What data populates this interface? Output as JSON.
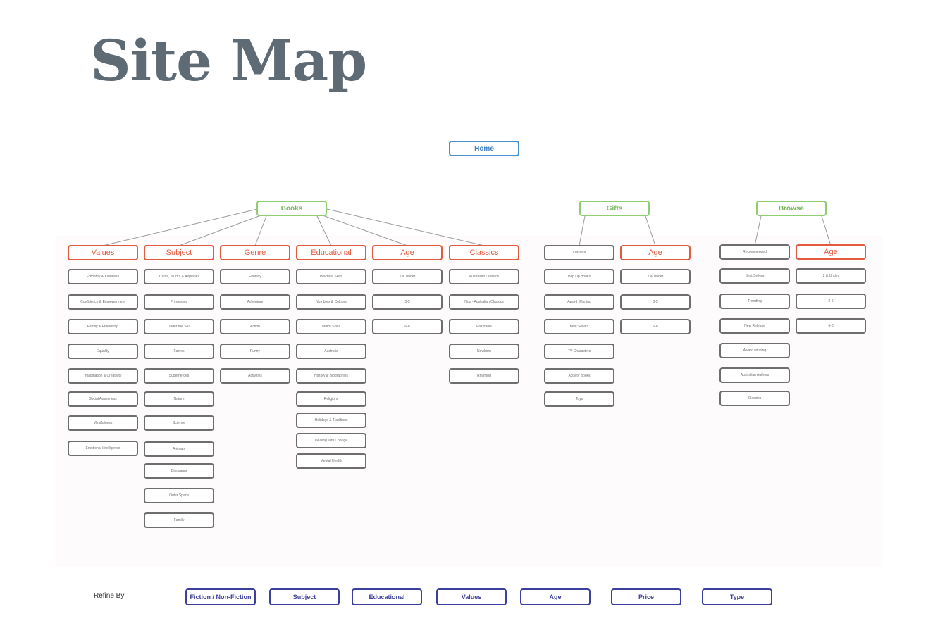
{
  "title": "Site Map",
  "home": "Home",
  "sections": [
    {
      "label": "Books",
      "categories": [
        {
          "label": "Values",
          "items": [
            "Empathy & Kindness",
            "Confidence & Empowerment",
            "Family & Friendship",
            "Equality",
            "Imagination & Creativity",
            "Social Awareness",
            "Mindfulness",
            "Emotional Intelligence"
          ]
        },
        {
          "label": "Subject",
          "items": [
            "Trains, Trucks & Airplanes",
            "Princesses",
            "Under the Sea",
            "Fairies",
            "Superheroes",
            "Nature",
            "Science",
            "Animals",
            "Dinosaurs",
            "Outer Space",
            "Family"
          ]
        },
        {
          "label": "Genre",
          "items": [
            "Fantasy",
            "Adventure",
            "Action",
            "Funny",
            "Activities"
          ]
        },
        {
          "label": "Educational",
          "items": [
            "Practical Skills",
            "Numbers & Colours",
            "Motor Skills",
            "Australia",
            "History & Biographies",
            "Religions",
            "Holidays & Traditions",
            "Dealing with Change",
            "Mental Health"
          ]
        },
        {
          "label": "Age",
          "items": [
            "2 & Under",
            "3-5",
            "6-8"
          ]
        },
        {
          "label": "Classics",
          "items": [
            "Australian Classics",
            "Non - Australian Classics",
            "Fairytales",
            "Newborn",
            "Rhyming"
          ]
        }
      ]
    },
    {
      "label": "Gifts",
      "categories": [
        {
          "label": "",
          "items": [
            "Classics",
            "Pop Up Books",
            "Award Winning",
            "Best Sellers",
            "TV Characters",
            "Activity Books",
            "Toys"
          ]
        },
        {
          "label": "Age",
          "items": [
            "2 & Under",
            "3-5",
            "6-8"
          ]
        }
      ]
    },
    {
      "label": "Browse",
      "categories": [
        {
          "label": "",
          "items": [
            "Recommended",
            "Best Sellers",
            "Trending",
            "New Release",
            "Award winning",
            "Australian Authors",
            "Classics"
          ]
        },
        {
          "label": "Age",
          "items": [
            "2 & Under",
            "3-5",
            "6-8"
          ]
        }
      ]
    }
  ],
  "refine_label": "Refine By",
  "refine": [
    "Fiction / Non-Fiction",
    "Subject",
    "Educational",
    "Values",
    "Age",
    "Price",
    "Type"
  ],
  "colors": {
    "home": "#4a8fd0",
    "section": "#8fce6e",
    "category": "#e35b3f",
    "leaf": "#6e6e6e",
    "refine": "#3d3f9c",
    "title": "#5f6b74"
  }
}
